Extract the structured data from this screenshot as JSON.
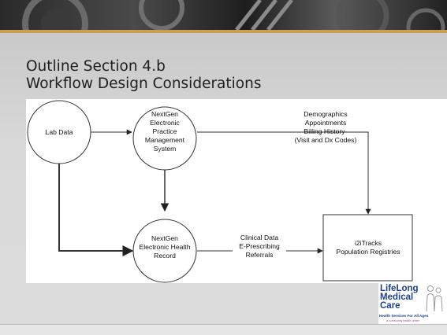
{
  "slide": {
    "title_line1": "Outline Section 4.b",
    "title_line2": "Workflow Design Considerations"
  },
  "diagram": {
    "nodes": {
      "lab_data": "Lab Data",
      "pm_system": [
        "NextGen",
        "Electronic",
        "Practice",
        "Management",
        "System"
      ],
      "ehr": [
        "NextGen",
        "Electronic Health",
        "Record"
      ],
      "registry": [
        "i2iTracks",
        "Population Registries"
      ]
    },
    "edge_labels": {
      "pm_to_registry": [
        "Demographics",
        "Appointments",
        "Billing History-",
        "(Visit and Dx Codes)"
      ],
      "ehr_to_registry": [
        "Clinical Data",
        "E-Prescribing",
        "Referrals"
      ]
    }
  },
  "logo": {
    "line1": "LifeLong",
    "line2": "Medical",
    "line3": "Care",
    "tagline": "Health Services For All Ages",
    "subline": "a community health center"
  },
  "colors": {
    "accent": "#c8a055",
    "logo_blue": "#1f3f8a"
  }
}
